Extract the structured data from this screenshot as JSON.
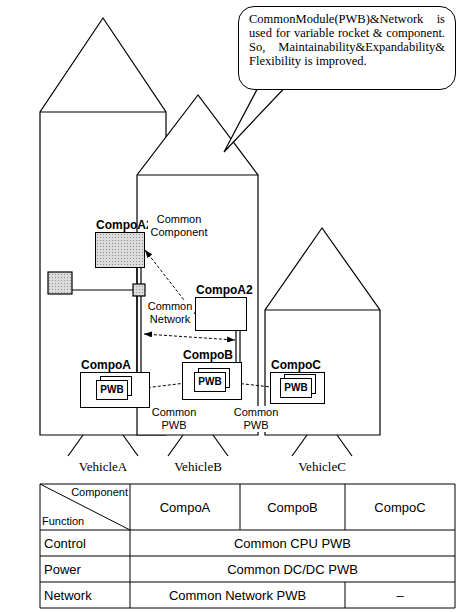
{
  "diagram": {
    "nodes": [
      {
        "text": [
          "CommonModule(PWB)&Network is used for variable rocket & component. So, Maintainability&Expandability& Flexibility is improved."
        ]
      },
      {
        "text": [
          "CompoA2"
        ]
      },
      {
        "text": [
          "CompoA"
        ]
      },
      {
        "text": [
          "PWB"
        ],
        "in": 2
      },
      {
        "text": [
          "CompoA2"
        ]
      },
      {
        "text": [
          "CompoB"
        ]
      },
      {
        "text": [
          "PWB"
        ],
        "in": 5
      },
      {
        "text": [
          "CompoC"
        ]
      },
      {
        "text": [
          "PWB"
        ],
        "in": 7
      }
    ],
    "edges": [
      {
        "from": 1,
        "to": 4,
        "arrow": "both",
        "label": "Common Component"
      },
      {
        "from": 3,
        "to": 6,
        "arrow": "both",
        "label": "Common PWB"
      },
      {
        "from": 6,
        "to": 8,
        "arrow": "both",
        "label": "Common PWB"
      }
    ],
    "labels": [
      "Common Network",
      "VehicleA",
      "VehicleB",
      "VehicleC",
      "Component",
      "Function",
      "CompoA",
      "CompoB",
      "CompoC",
      "Control",
      "Common CPU PWB",
      "Power",
      "Common DC/DC PWB",
      "Network",
      "Common Network PWB",
      "–"
    ]
  }
}
